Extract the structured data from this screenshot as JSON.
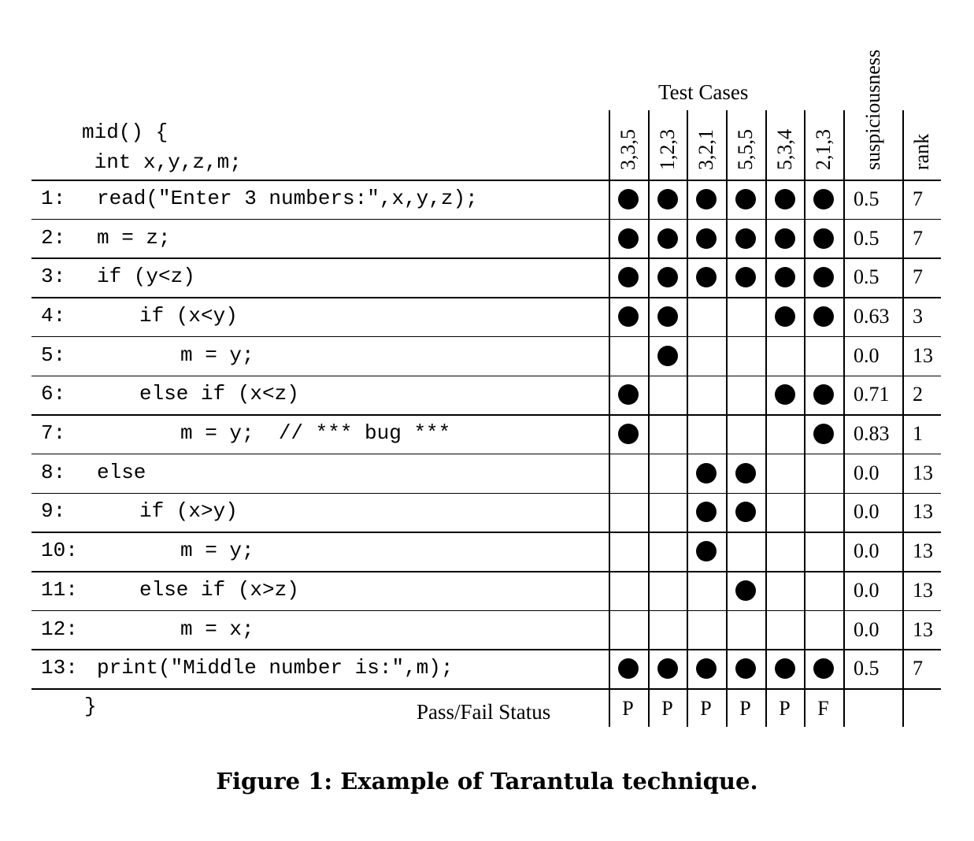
{
  "header": {
    "test_cases_label": "Test Cases",
    "suspiciousness_label": "suspiciousness",
    "rank_label": "rank",
    "code_header_lines": [
      "mid() {",
      " int x,y,z,m;"
    ]
  },
  "test_cases": [
    "3,3,5",
    "1,2,3",
    "3,2,1",
    "5,5,5",
    "5,3,4",
    "2,1,3"
  ],
  "rows": [
    {
      "label": "1:",
      "code": "read(\"Enter 3 numbers:\",x,y,z);",
      "indent": 0,
      "cov": [
        1,
        1,
        1,
        1,
        1,
        1
      ],
      "susp": "0.5",
      "rank": "7"
    },
    {
      "label": "2:",
      "code": "m = z;",
      "indent": 0,
      "cov": [
        1,
        1,
        1,
        1,
        1,
        1
      ],
      "susp": "0.5",
      "rank": "7"
    },
    {
      "label": "3:",
      "code": "if (y<z)",
      "indent": 0,
      "cov": [
        1,
        1,
        1,
        1,
        1,
        1
      ],
      "susp": "0.5",
      "rank": "7"
    },
    {
      "label": "4:",
      "code": "if (x<y)",
      "indent": 1,
      "cov": [
        1,
        1,
        0,
        0,
        1,
        1
      ],
      "susp": "0.63",
      "rank": "3"
    },
    {
      "label": "5:",
      "code": "m = y;",
      "indent": 2,
      "cov": [
        0,
        1,
        0,
        0,
        0,
        0
      ],
      "susp": "0.0",
      "rank": "13"
    },
    {
      "label": "6:",
      "code": "else if (x<z)",
      "indent": 1,
      "cov": [
        1,
        0,
        0,
        0,
        1,
        1
      ],
      "susp": "0.71",
      "rank": "2"
    },
    {
      "label": "7:",
      "code": "m = y;  // *** bug ***",
      "indent": 2,
      "cov": [
        1,
        0,
        0,
        0,
        0,
        1
      ],
      "susp": "0.83",
      "rank": "1"
    },
    {
      "label": "8:",
      "code": "else",
      "indent": 0,
      "cov": [
        0,
        0,
        1,
        1,
        0,
        0
      ],
      "susp": "0.0",
      "rank": "13"
    },
    {
      "label": "9:",
      "code": "if (x>y)",
      "indent": 1,
      "cov": [
        0,
        0,
        1,
        1,
        0,
        0
      ],
      "susp": "0.0",
      "rank": "13"
    },
    {
      "label": "10:",
      "code": "m = y;",
      "indent": 2,
      "cov": [
        0,
        0,
        1,
        0,
        0,
        0
      ],
      "susp": "0.0",
      "rank": "13"
    },
    {
      "label": "11:",
      "code": "else if (x>z)",
      "indent": 1,
      "cov": [
        0,
        0,
        0,
        1,
        0,
        0
      ],
      "susp": "0.0",
      "rank": "13"
    },
    {
      "label": "12:",
      "code": "m = x;",
      "indent": 2,
      "cov": [
        0,
        0,
        0,
        0,
        0,
        0
      ],
      "susp": "0.0",
      "rank": "13"
    },
    {
      "label": "13:",
      "code": "print(\"Middle number is:\",m);",
      "indent": 0,
      "cov": [
        1,
        1,
        1,
        1,
        1,
        1
      ],
      "susp": "0.5",
      "rank": "7"
    }
  ],
  "footer": {
    "closing_brace": "}",
    "status_label": "Pass/Fail Status",
    "statuses": [
      "P",
      "P",
      "P",
      "P",
      "P",
      "F"
    ]
  },
  "caption": "Figure 1: Example of Tarantula technique."
}
